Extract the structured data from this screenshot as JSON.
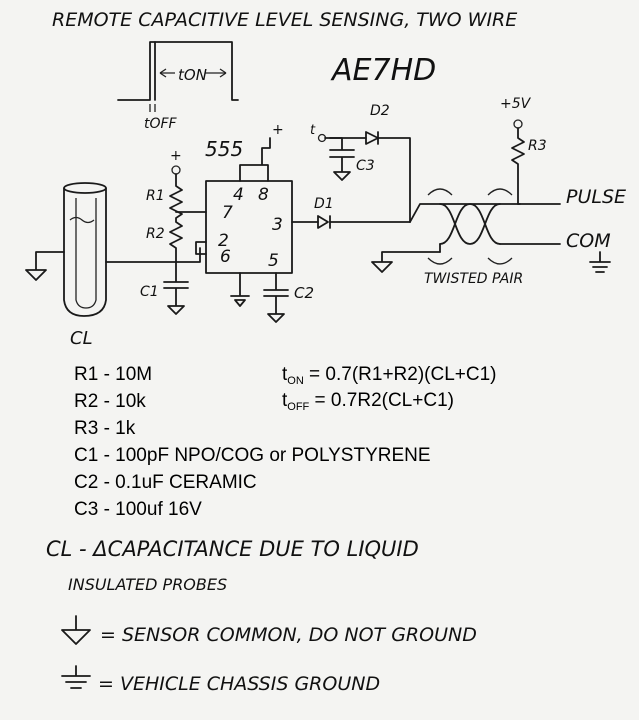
{
  "title": "REMOTE CAPACITIVE LEVEL SENSING, TWO WIRE",
  "author": "AE7HD",
  "timing": {
    "t_on": "tON",
    "t_off": "tOFF"
  },
  "chip": {
    "name": "555",
    "pins": {
      "p4": "4",
      "p8": "8",
      "p7": "7",
      "p3": "3",
      "p2": "2",
      "p6": "6",
      "p5": "5"
    }
  },
  "labels": {
    "r1": "R1",
    "r2": "R2",
    "r3": "R3",
    "c1": "C1",
    "c2": "C2",
    "c3": "C3",
    "d1": "D1",
    "d2": "D2",
    "plus5v": "+5V",
    "plus": "+",
    "pulse": "PULSE",
    "com": "COM",
    "twisted": "TWISTED PAIR",
    "cl": "CL"
  },
  "parts": [
    "R1 - 10M",
    "R2 - 10k",
    "R3 - 1k",
    "C1 - 100pF NPO/COG or POLYSTYRENE",
    "C2 - 0.1uF CERAMIC",
    "C3 - 100uf 16V"
  ],
  "formulas": {
    "ton": {
      "t": "t",
      "sub": "ON",
      "rest": " = 0.7(R1+R2)(CL+C1)"
    },
    "toff": {
      "t": "t",
      "sub": "OFF",
      "rest": " = 0.7R2(CL+C1)"
    }
  },
  "notes": {
    "cl": "CL - ΔCAPACITANCE DUE TO LIQUID",
    "insulated": "INSULATED PROBES",
    "sensor_common": "= SENSOR COMMON, DO NOT GROUND",
    "chassis": "= VEHICLE CHASSIS GROUND"
  }
}
